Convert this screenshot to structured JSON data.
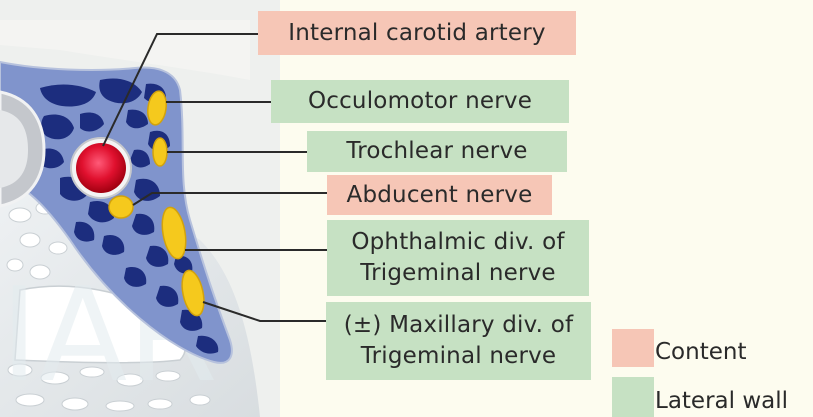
{
  "labels": {
    "internal_carotid": "Internal carotid artery",
    "occulomotor": "Occulomotor nerve",
    "trochlear": "Trochlear nerve",
    "abducent": "Abducent nerve",
    "ophthalmic": [
      "Ophthalmic div. of",
      "Trigeminal nerve"
    ],
    "maxillary": [
      "(±) Maxillary div. of",
      "Trigeminal nerve"
    ]
  },
  "legend": {
    "content": "Content",
    "lateral_wall": "Lateral wall"
  },
  "colors": {
    "content": "#f6c6b6",
    "lateral_wall": "#c6e1c3",
    "background": "#fdfcef",
    "sinus_outer": "#7b8fc9",
    "sinus_channels": "#1c2d7e",
    "artery": "#d8112a",
    "nerve": "#f5c91d"
  }
}
